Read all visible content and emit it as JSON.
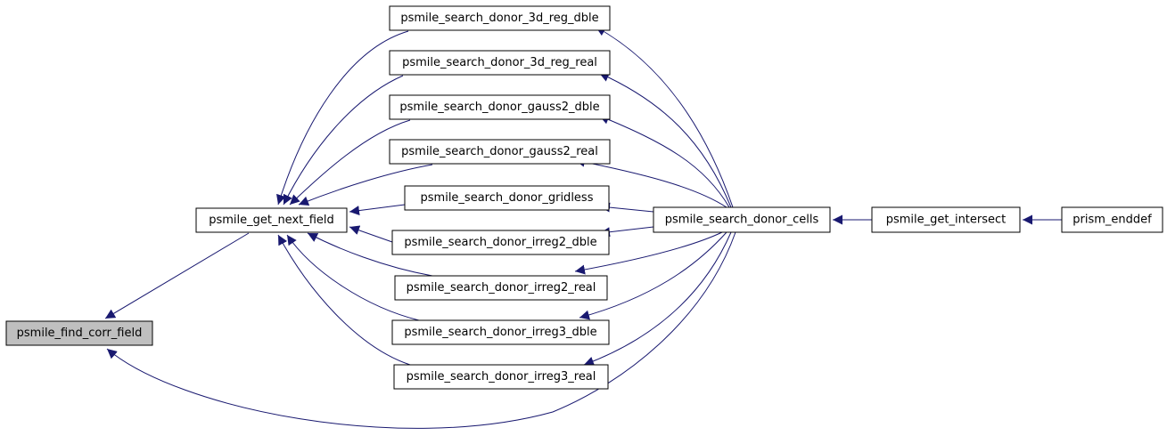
{
  "graph": {
    "edge_color": "#191970",
    "highlight_fill": "#bfbfbf",
    "nodes": [
      {
        "id": "find_corr",
        "label": "psmile_find_corr_field",
        "highlight": true
      },
      {
        "id": "next_field",
        "label": "psmile_get_next_field"
      },
      {
        "id": "reg_dble",
        "label": "psmile_search_donor_3d_reg_dble"
      },
      {
        "id": "reg_real",
        "label": "psmile_search_donor_3d_reg_real"
      },
      {
        "id": "gauss_dble",
        "label": "psmile_search_donor_gauss2_dble"
      },
      {
        "id": "gauss_real",
        "label": "psmile_search_donor_gauss2_real"
      },
      {
        "id": "gridless",
        "label": "psmile_search_donor_gridless"
      },
      {
        "id": "irreg2_dble",
        "label": "psmile_search_donor_irreg2_dble"
      },
      {
        "id": "irreg2_real",
        "label": "psmile_search_donor_irreg2_real"
      },
      {
        "id": "irreg3_dble",
        "label": "psmile_search_donor_irreg3_dble"
      },
      {
        "id": "irreg3_real",
        "label": "psmile_search_donor_irreg3_real"
      },
      {
        "id": "cells",
        "label": "psmile_search_donor_cells"
      },
      {
        "id": "intersect",
        "label": "psmile_get_intersect"
      },
      {
        "id": "enddef",
        "label": "prism_enddef"
      }
    ],
    "edges": [
      {
        "from": "next_field",
        "to": "find_corr"
      },
      {
        "from": "reg_dble",
        "to": "next_field"
      },
      {
        "from": "reg_real",
        "to": "next_field"
      },
      {
        "from": "gauss_dble",
        "to": "next_field"
      },
      {
        "from": "gauss_real",
        "to": "next_field"
      },
      {
        "from": "gridless",
        "to": "next_field"
      },
      {
        "from": "irreg2_dble",
        "to": "next_field"
      },
      {
        "from": "irreg2_real",
        "to": "next_field"
      },
      {
        "from": "irreg3_dble",
        "to": "next_field"
      },
      {
        "from": "irreg3_real",
        "to": "next_field"
      },
      {
        "from": "cells",
        "to": "reg_dble"
      },
      {
        "from": "cells",
        "to": "reg_real"
      },
      {
        "from": "cells",
        "to": "gauss_dble"
      },
      {
        "from": "cells",
        "to": "gauss_real"
      },
      {
        "from": "cells",
        "to": "gridless"
      },
      {
        "from": "cells",
        "to": "irreg2_dble"
      },
      {
        "from": "cells",
        "to": "irreg2_real"
      },
      {
        "from": "cells",
        "to": "irreg3_dble"
      },
      {
        "from": "cells",
        "to": "irreg3_real"
      },
      {
        "from": "cells",
        "to": "find_corr"
      },
      {
        "from": "intersect",
        "to": "cells"
      },
      {
        "from": "enddef",
        "to": "intersect"
      }
    ]
  }
}
